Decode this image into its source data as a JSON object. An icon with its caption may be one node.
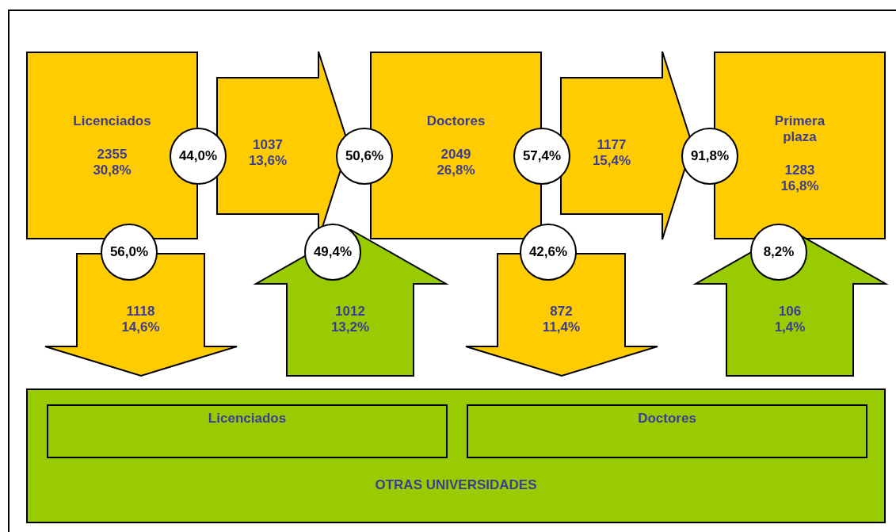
{
  "diagram": {
    "nodes": [
      {
        "text": [
          "Licenciados",
          "2355 30,8%"
        ]
      },
      {
        "text": [
          "44,0%"
        ]
      },
      {
        "text": [
          "1037 13,6%"
        ]
      },
      {
        "text": [
          "50,6%"
        ]
      },
      {
        "text": [
          "Doctores",
          "2049 26,8%"
        ]
      },
      {
        "text": [
          "57,4%"
        ]
      },
      {
        "text": [
          "1177 15,4%"
        ]
      },
      {
        "text": [
          "91,8%"
        ]
      },
      {
        "text": [
          "Primera plaza",
          "1283 16,8%"
        ]
      },
      {
        "text": [
          "56,0%"
        ]
      },
      {
        "text": [
          "49,4%"
        ]
      },
      {
        "text": [
          "42,6%"
        ]
      },
      {
        "text": [
          "8,2%"
        ]
      },
      {
        "text": [
          "1118 14,6%"
        ]
      },
      {
        "text": [
          "1012 13,2%"
        ]
      },
      {
        "text": [
          "872 11,4%"
        ]
      },
      {
        "text": [
          "106 1,4%"
        ]
      },
      {
        "text": [
          "OTRAS UNIVERSIDADES"
        ]
      },
      {
        "text": [
          "Licenciados"
        ],
        "in": 17
      },
      {
        "text": [
          "Doctores"
        ],
        "in": 17
      }
    ]
  }
}
